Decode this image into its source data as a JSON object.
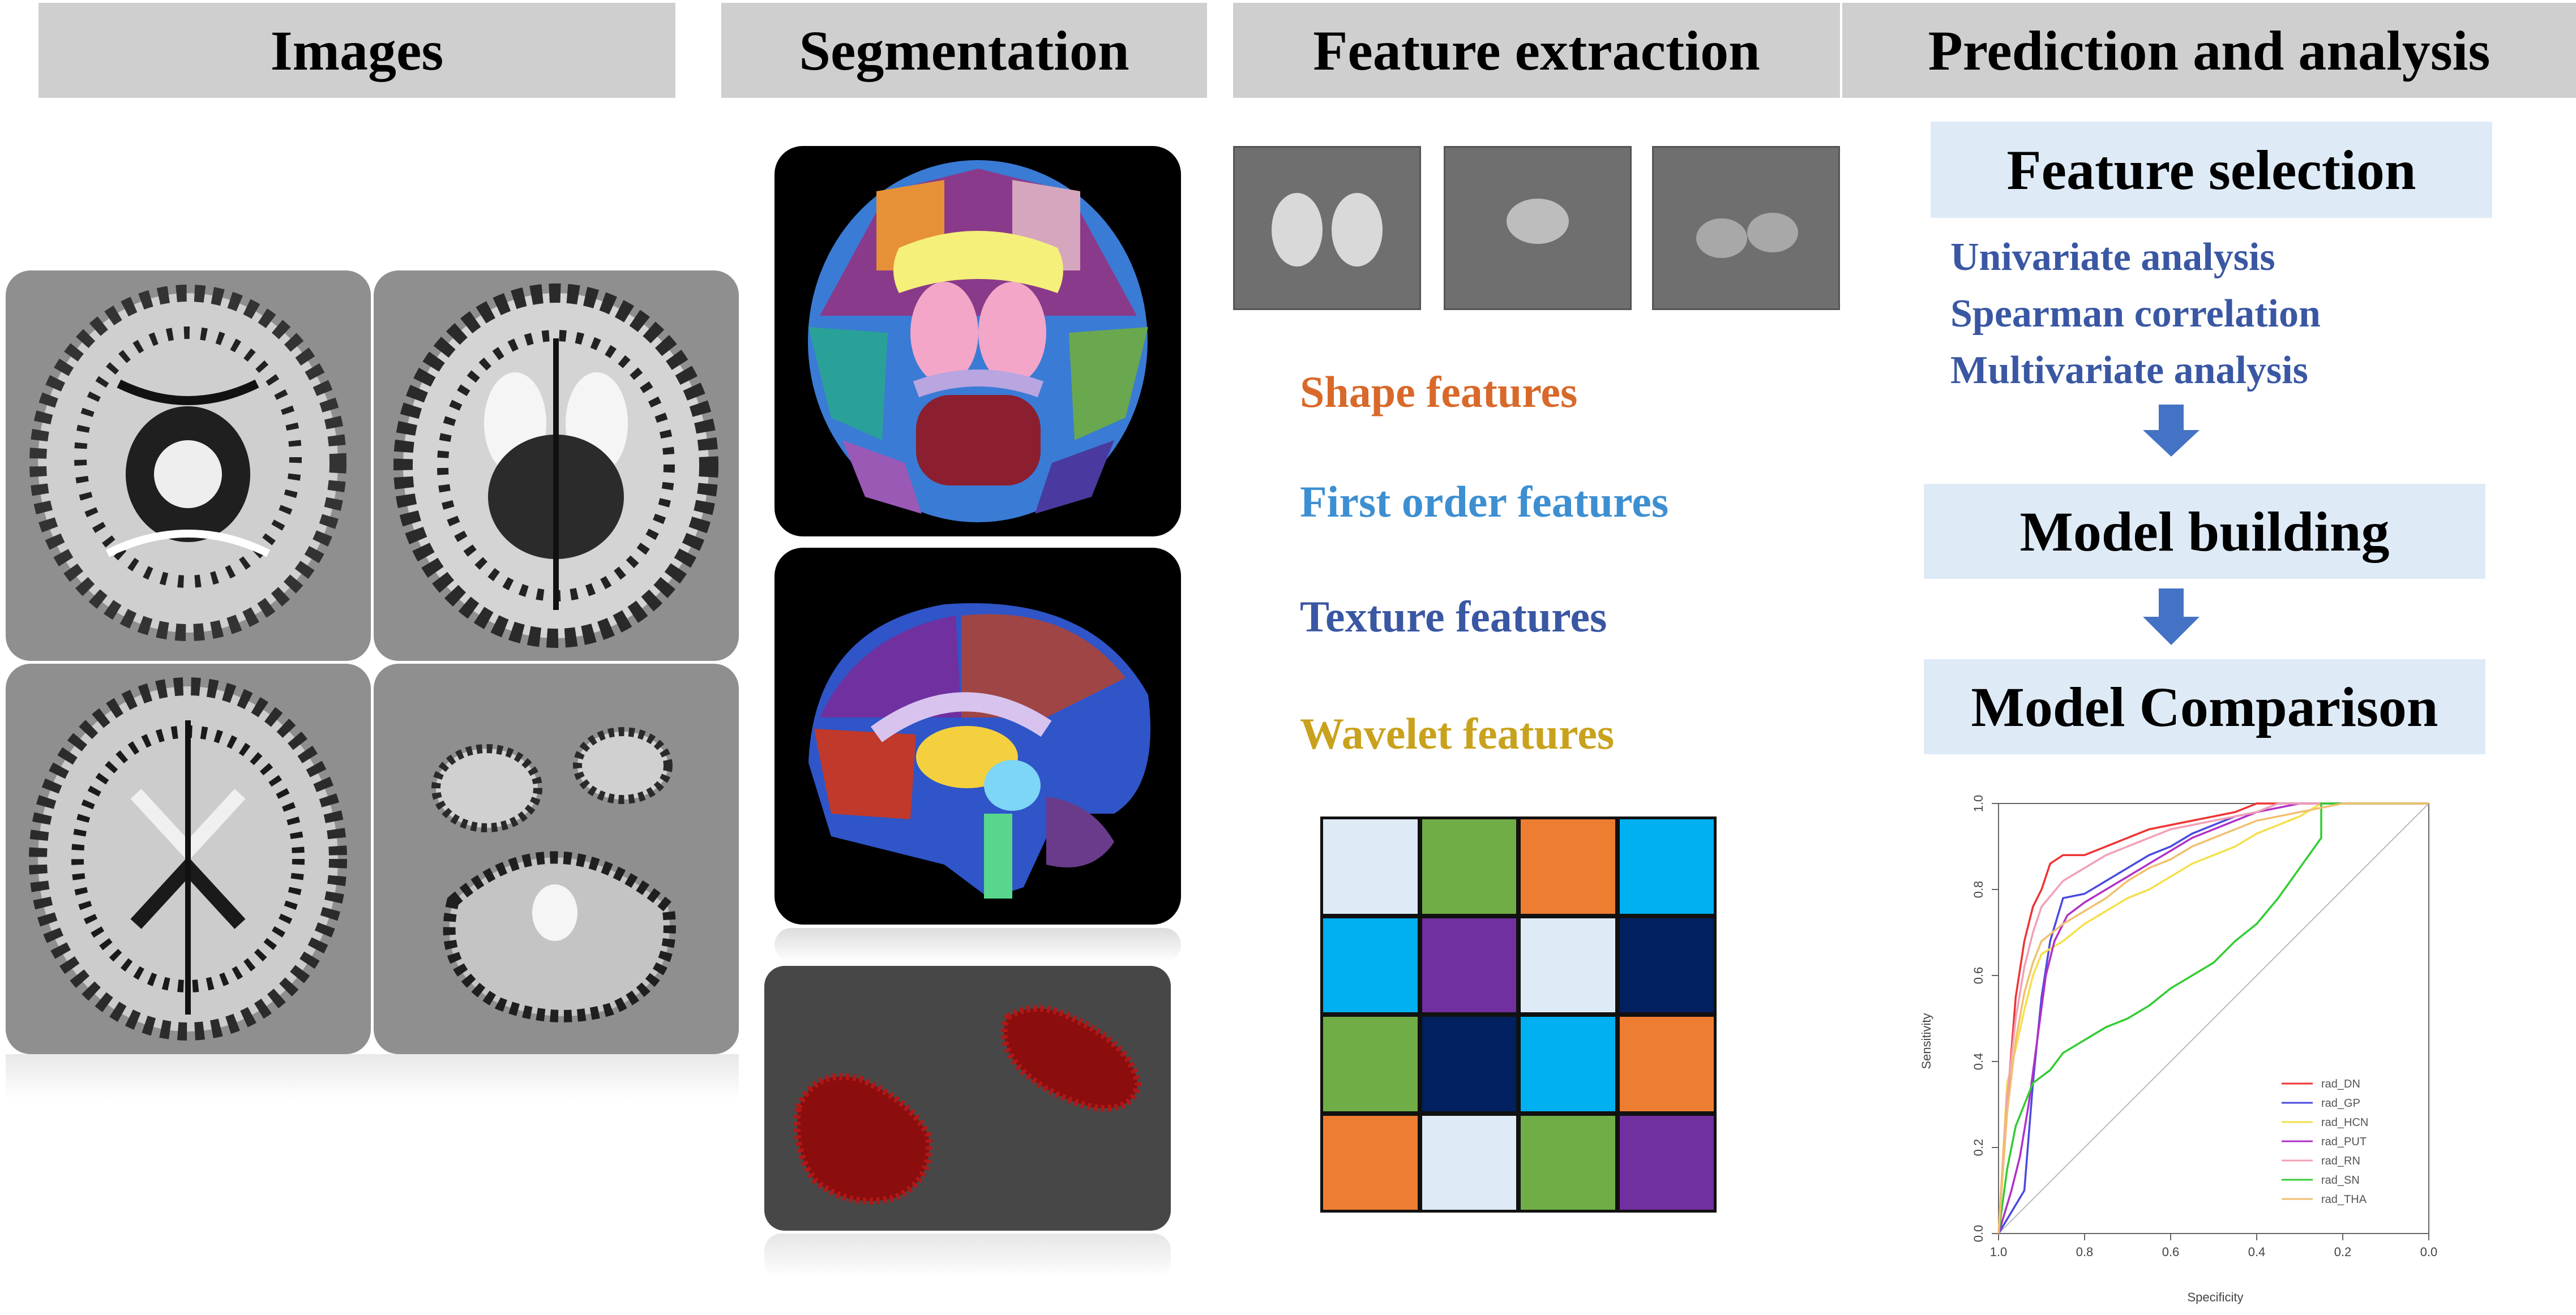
{
  "headers": {
    "images": "Images",
    "segmentation": "Segmentation",
    "feature_extraction": "Feature extraction",
    "prediction": "Prediction and analysis"
  },
  "features": {
    "shape": "Shape features",
    "first_order": "First order features",
    "texture": "Texture features",
    "wavelet": "Wavelet features"
  },
  "colors": {
    "shape": "#d8692a",
    "first_order": "#3d8fd1",
    "texture": "#3a57a3",
    "wavelet": "#c9a21d",
    "box_bg": "#deebf7",
    "arrow": "#4472c4"
  },
  "feature_grid": [
    [
      "#deebf7",
      "#70ad47",
      "#ed7d31",
      "#00b0f0"
    ],
    [
      "#00b0f0",
      "#7030a0",
      "#deebf7",
      "#002060"
    ],
    [
      "#70ad47",
      "#002060",
      "#00b0f0",
      "#ed7d31"
    ],
    [
      "#ed7d31",
      "#deebf7",
      "#70ad47",
      "#7030a0"
    ]
  ],
  "prediction": {
    "feature_selection": "Feature selection",
    "methods": [
      "Univariate analysis",
      "Spearman correlation",
      "Multivariate analysis"
    ],
    "model_building": "Model building",
    "model_comparison": "Model Comparison"
  },
  "chart_data": {
    "type": "line",
    "xlabel": "Specificity",
    "ylabel": "Sensitivity",
    "x_reversed": true,
    "xlim": [
      1.0,
      0.0
    ],
    "ylim": [
      0.0,
      1.0
    ],
    "x_ticks": [
      "1.0",
      "0.8",
      "0.6",
      "0.4",
      "0.2",
      "0.0"
    ],
    "y_ticks": [
      "0.0",
      "0.2",
      "0.4",
      "0.6",
      "0.8",
      "1.0"
    ],
    "legend_position": "bottom-right",
    "series": [
      {
        "name": "rad_DN",
        "color": "#ee3333",
        "points": [
          [
            1.0,
            0.0
          ],
          [
            0.98,
            0.3
          ],
          [
            0.96,
            0.55
          ],
          [
            0.94,
            0.68
          ],
          [
            0.92,
            0.76
          ],
          [
            0.9,
            0.8
          ],
          [
            0.88,
            0.86
          ],
          [
            0.85,
            0.88
          ],
          [
            0.8,
            0.88
          ],
          [
            0.75,
            0.9
          ],
          [
            0.7,
            0.92
          ],
          [
            0.65,
            0.94
          ],
          [
            0.6,
            0.95
          ],
          [
            0.55,
            0.96
          ],
          [
            0.5,
            0.97
          ],
          [
            0.45,
            0.98
          ],
          [
            0.4,
            1.0
          ],
          [
            0.0,
            1.0
          ]
        ]
      },
      {
        "name": "rad_GP",
        "color": "#4a4ae0",
        "points": [
          [
            1.0,
            0.0
          ],
          [
            0.97,
            0.05
          ],
          [
            0.94,
            0.1
          ],
          [
            0.92,
            0.35
          ],
          [
            0.9,
            0.55
          ],
          [
            0.88,
            0.68
          ],
          [
            0.85,
            0.78
          ],
          [
            0.8,
            0.79
          ],
          [
            0.75,
            0.82
          ],
          [
            0.7,
            0.85
          ],
          [
            0.65,
            0.88
          ],
          [
            0.6,
            0.9
          ],
          [
            0.55,
            0.93
          ],
          [
            0.5,
            0.95
          ],
          [
            0.45,
            0.97
          ],
          [
            0.4,
            0.98
          ],
          [
            0.35,
            1.0
          ],
          [
            0.0,
            1.0
          ]
        ]
      },
      {
        "name": "rad_HCN",
        "color": "#f5e04a",
        "points": [
          [
            1.0,
            0.0
          ],
          [
            0.98,
            0.35
          ],
          [
            0.96,
            0.43
          ],
          [
            0.94,
            0.52
          ],
          [
            0.92,
            0.6
          ],
          [
            0.9,
            0.65
          ],
          [
            0.85,
            0.68
          ],
          [
            0.8,
            0.72
          ],
          [
            0.75,
            0.75
          ],
          [
            0.7,
            0.78
          ],
          [
            0.65,
            0.8
          ],
          [
            0.6,
            0.83
          ],
          [
            0.55,
            0.86
          ],
          [
            0.5,
            0.88
          ],
          [
            0.45,
            0.9
          ],
          [
            0.4,
            0.93
          ],
          [
            0.35,
            0.95
          ],
          [
            0.3,
            0.97
          ],
          [
            0.25,
            1.0
          ],
          [
            0.0,
            1.0
          ]
        ]
      },
      {
        "name": "rad_PUT",
        "color": "#b030c8",
        "points": [
          [
            1.0,
            0.0
          ],
          [
            0.97,
            0.1
          ],
          [
            0.95,
            0.18
          ],
          [
            0.93,
            0.3
          ],
          [
            0.91,
            0.45
          ],
          [
            0.89,
            0.6
          ],
          [
            0.87,
            0.68
          ],
          [
            0.84,
            0.74
          ],
          [
            0.8,
            0.77
          ],
          [
            0.75,
            0.8
          ],
          [
            0.7,
            0.83
          ],
          [
            0.65,
            0.86
          ],
          [
            0.6,
            0.89
          ],
          [
            0.55,
            0.92
          ],
          [
            0.5,
            0.94
          ],
          [
            0.45,
            0.96
          ],
          [
            0.4,
            0.98
          ],
          [
            0.3,
            1.0
          ],
          [
            0.0,
            1.0
          ]
        ]
      },
      {
        "name": "rad_RN",
        "color": "#f2a0b4",
        "points": [
          [
            1.0,
            0.0
          ],
          [
            0.98,
            0.32
          ],
          [
            0.96,
            0.5
          ],
          [
            0.94,
            0.62
          ],
          [
            0.92,
            0.7
          ],
          [
            0.9,
            0.76
          ],
          [
            0.85,
            0.82
          ],
          [
            0.8,
            0.85
          ],
          [
            0.75,
            0.88
          ],
          [
            0.7,
            0.9
          ],
          [
            0.65,
            0.92
          ],
          [
            0.6,
            0.94
          ],
          [
            0.55,
            0.95
          ],
          [
            0.5,
            0.96
          ],
          [
            0.45,
            0.97
          ],
          [
            0.4,
            0.98
          ],
          [
            0.35,
            1.0
          ],
          [
            0.0,
            1.0
          ]
        ]
      },
      {
        "name": "rad_SN",
        "color": "#33cc33",
        "points": [
          [
            1.0,
            0.0
          ],
          [
            0.98,
            0.15
          ],
          [
            0.96,
            0.25
          ],
          [
            0.94,
            0.3
          ],
          [
            0.92,
            0.35
          ],
          [
            0.88,
            0.38
          ],
          [
            0.85,
            0.42
          ],
          [
            0.8,
            0.45
          ],
          [
            0.75,
            0.48
          ],
          [
            0.7,
            0.5
          ],
          [
            0.65,
            0.53
          ],
          [
            0.6,
            0.57
          ],
          [
            0.55,
            0.6
          ],
          [
            0.5,
            0.63
          ],
          [
            0.45,
            0.68
          ],
          [
            0.4,
            0.72
          ],
          [
            0.35,
            0.78
          ],
          [
            0.3,
            0.85
          ],
          [
            0.25,
            0.92
          ],
          [
            0.25,
            1.0
          ],
          [
            0.0,
            1.0
          ]
        ]
      },
      {
        "name": "rad_THA",
        "color": "#f0c070",
        "points": [
          [
            1.0,
            0.0
          ],
          [
            0.98,
            0.28
          ],
          [
            0.96,
            0.45
          ],
          [
            0.94,
            0.56
          ],
          [
            0.92,
            0.63
          ],
          [
            0.9,
            0.68
          ],
          [
            0.85,
            0.72
          ],
          [
            0.8,
            0.75
          ],
          [
            0.75,
            0.78
          ],
          [
            0.7,
            0.82
          ],
          [
            0.65,
            0.85
          ],
          [
            0.6,
            0.87
          ],
          [
            0.55,
            0.9
          ],
          [
            0.5,
            0.92
          ],
          [
            0.45,
            0.94
          ],
          [
            0.4,
            0.96
          ],
          [
            0.3,
            0.98
          ],
          [
            0.2,
            1.0
          ],
          [
            0.0,
            1.0
          ]
        ]
      }
    ]
  }
}
